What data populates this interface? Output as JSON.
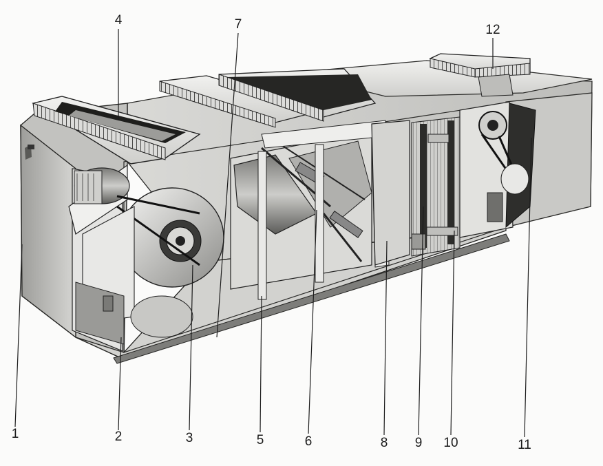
{
  "diagram": {
    "callouts": [
      {
        "id": "c1",
        "label": "1"
      },
      {
        "id": "c2",
        "label": "2"
      },
      {
        "id": "c3",
        "label": "3"
      },
      {
        "id": "c4",
        "label": "4"
      },
      {
        "id": "c5",
        "label": "5"
      },
      {
        "id": "c6",
        "label": "6"
      },
      {
        "id": "c7",
        "label": "7"
      },
      {
        "id": "c8",
        "label": "8"
      },
      {
        "id": "c9",
        "label": "9"
      },
      {
        "id": "c10",
        "label": "10"
      },
      {
        "id": "c11",
        "label": "11"
      },
      {
        "id": "c12",
        "label": "12"
      }
    ]
  },
  "colors": {
    "ink": "#1c1c1c",
    "panel_light": "#e6e6e4",
    "panel_mid": "#b8b8b5",
    "panel_dark": "#6e6e6b",
    "shadow": "#2f2f2d"
  }
}
